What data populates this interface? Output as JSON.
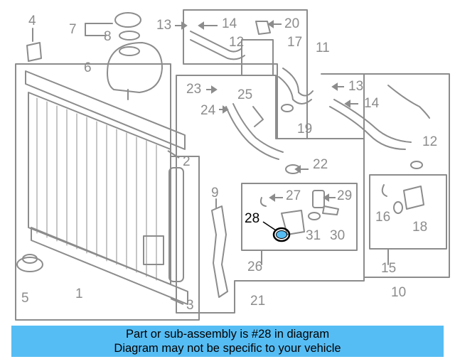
{
  "diagram": {
    "highlight_color": "#56bdf4",
    "line_color": "#8c8c8c",
    "callouts": [
      "1",
      "2",
      "3",
      "4",
      "5",
      "6",
      "7",
      "8",
      "9",
      "10",
      "11",
      "12",
      "12",
      "13",
      "13",
      "14",
      "14",
      "15",
      "16",
      "17",
      "18",
      "19",
      "20",
      "21",
      "22",
      "23",
      "24",
      "25",
      "26",
      "27",
      "28",
      "29",
      "30",
      "31"
    ],
    "highlighted_part": "28"
  },
  "banner": {
    "line1": "Part or sub-assembly is #28 in diagram",
    "line2": "Diagram may not be specific to your vehicle",
    "color": "#56bdf4"
  }
}
